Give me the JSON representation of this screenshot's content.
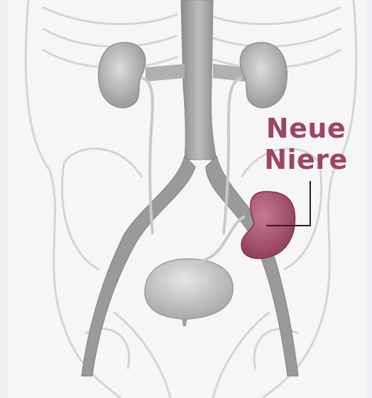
{
  "annotation": {
    "line1": "Neue",
    "line2": "Niere"
  },
  "colors": {
    "highlight": "#9e4564",
    "kidney_new": "#a9536f",
    "organ_gray": "#a8a8a8",
    "vessel_gray": "#8c8c8c",
    "outline_gray": "#cfcfcf",
    "background": "#f6f6f6"
  },
  "icons": [
    "body-outline",
    "kidney",
    "aorta",
    "bladder"
  ]
}
